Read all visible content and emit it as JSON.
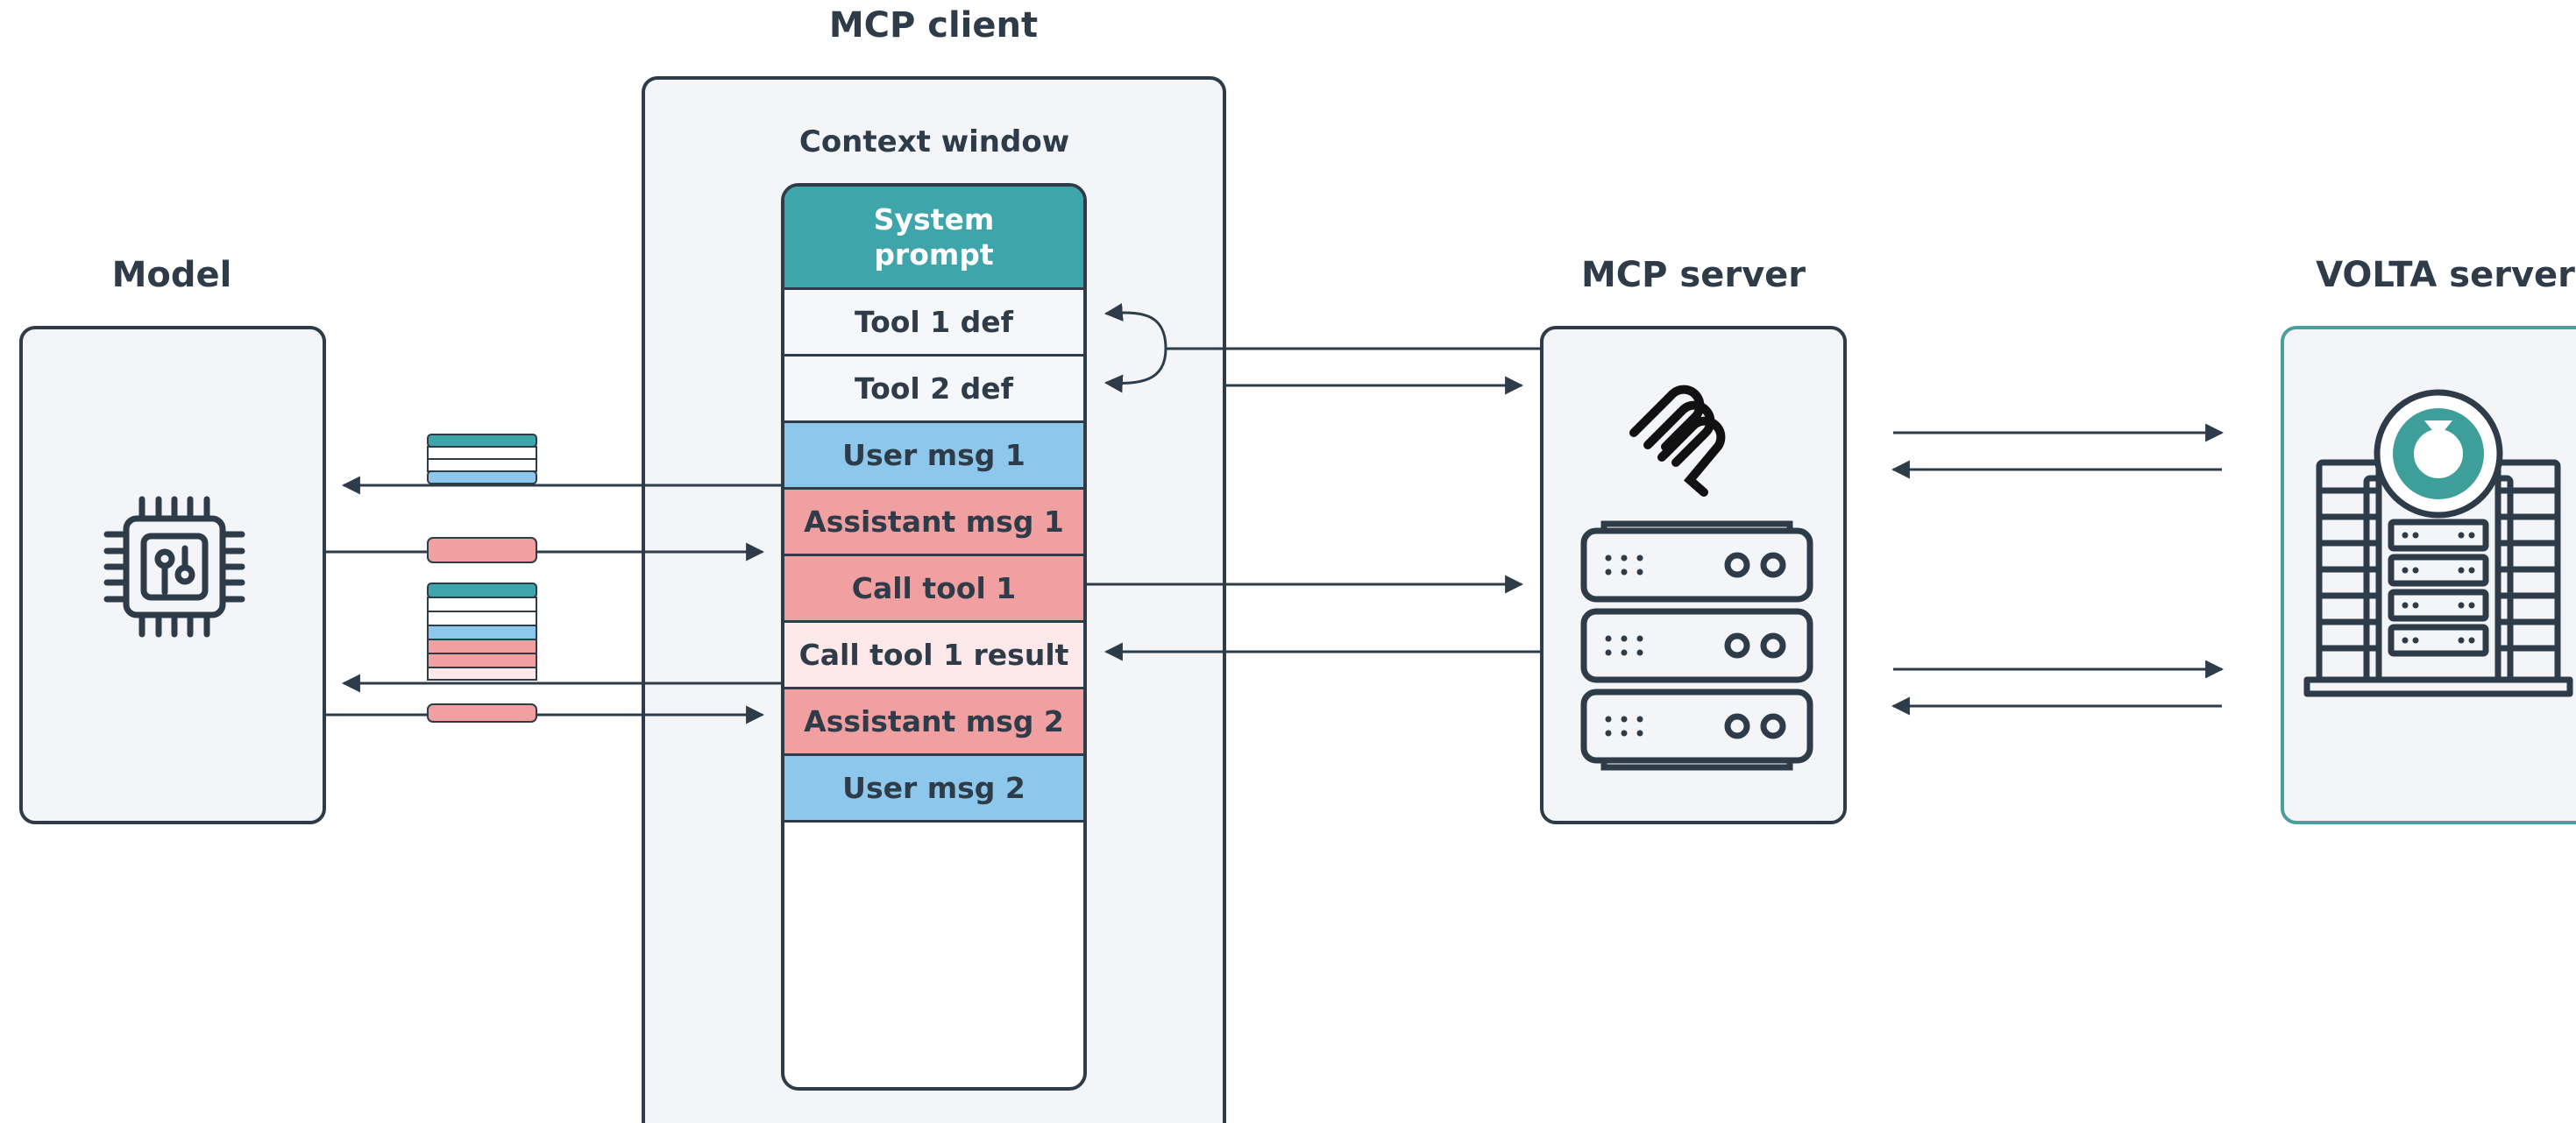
{
  "titles": {
    "mcp_client": "MCP client",
    "model": "Model",
    "mcp_server": "MCP server",
    "volta_server": "VOLTA server",
    "context_window": "Context window"
  },
  "context_window": {
    "rows": [
      {
        "label": "System\nprompt",
        "kind": "system"
      },
      {
        "label": "Tool 1 def",
        "kind": "tool"
      },
      {
        "label": "Tool 2 def",
        "kind": "tool"
      },
      {
        "label": "User msg 1",
        "kind": "user"
      },
      {
        "label": "Assistant msg 1",
        "kind": "assistant"
      },
      {
        "label": "Call tool 1",
        "kind": "assistant"
      },
      {
        "label": "Call tool 1 result",
        "kind": "result"
      },
      {
        "label": "Assistant msg 2",
        "kind": "assistant"
      },
      {
        "label": "User msg 2",
        "kind": "user"
      }
    ]
  },
  "colors": {
    "system": "#3ea6ab",
    "tool": "#f6f7fb",
    "user": "#8ec7ec",
    "assistant": "#f0a0a0",
    "result": "#fde9e9",
    "outline": "#2e3b48",
    "volta_accent": "#4a9e9b",
    "panel": "#f4f5f9"
  },
  "icons": {
    "model": "chip-icon",
    "mcp": "mcp-logo-icon",
    "server": "server-rack-icon",
    "volta": "volta-server-icon"
  }
}
